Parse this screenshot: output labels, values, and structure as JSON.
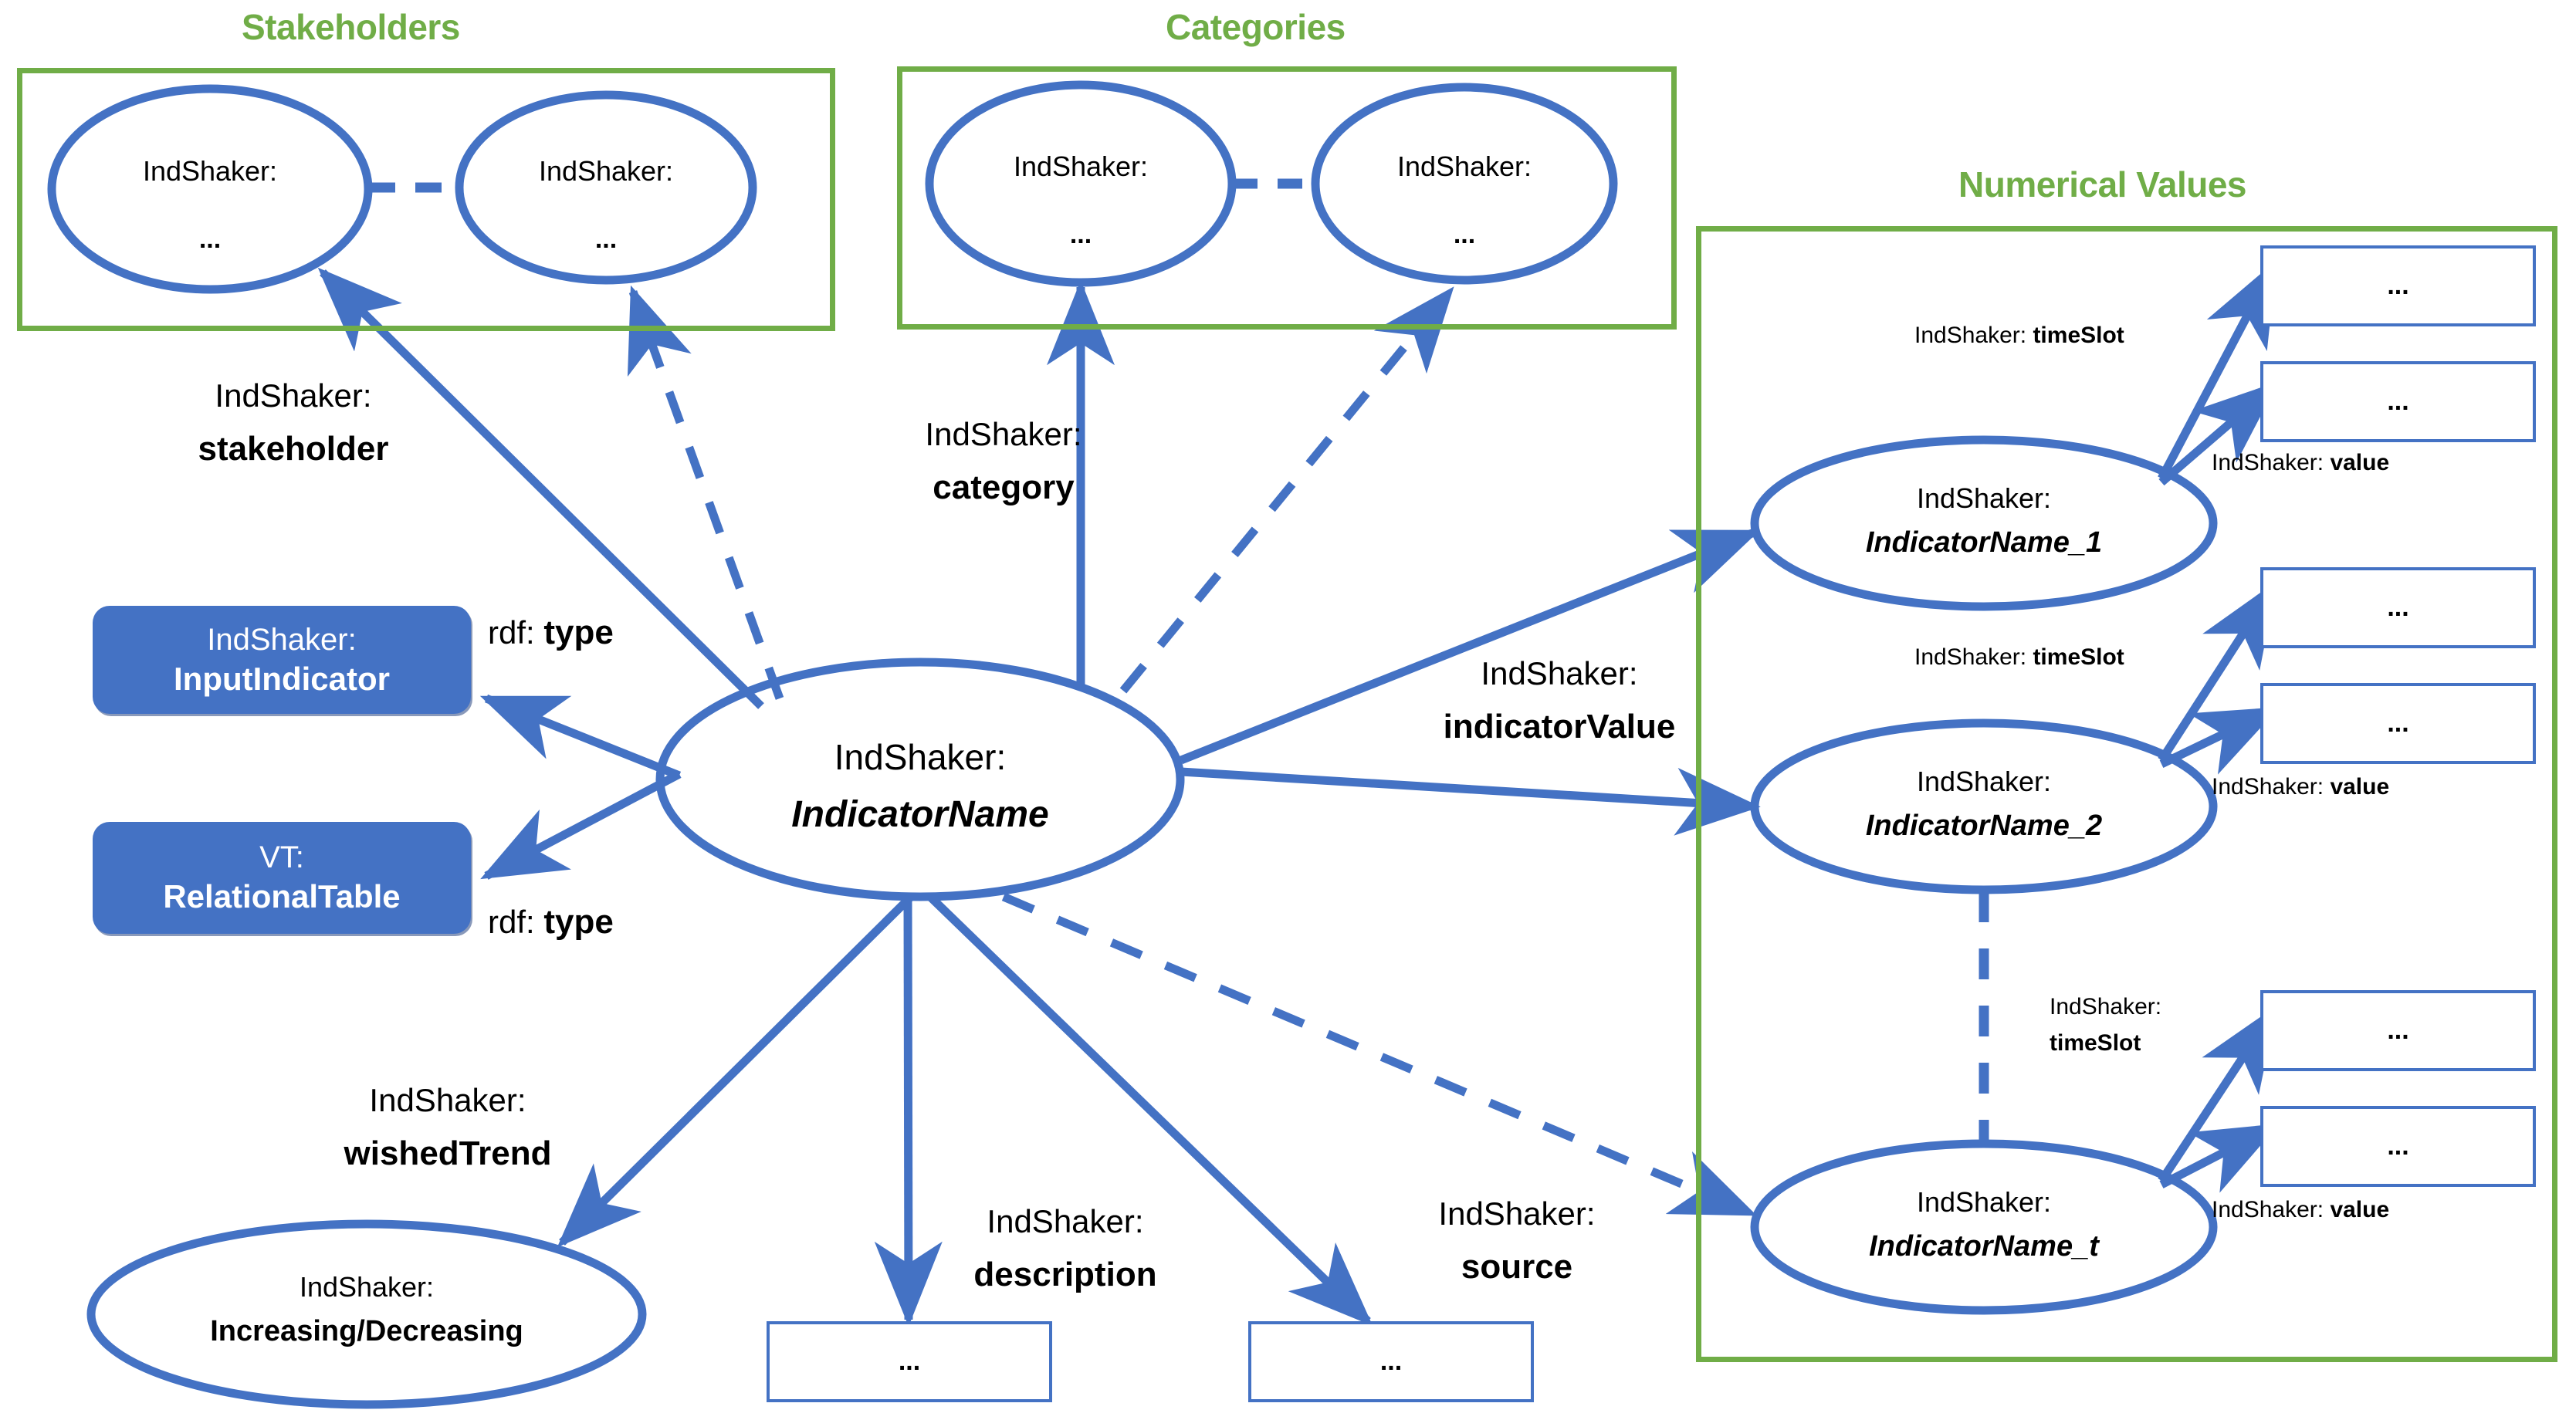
{
  "palette": {
    "green": "#70AD47",
    "blue": "#4472C4",
    "black": "#000000",
    "white": "#FFFFFF"
  },
  "groups": [
    {
      "key": "stakeholders",
      "title": "Stakeholders"
    },
    {
      "key": "categories",
      "title": "Categories"
    },
    {
      "key": "numerical",
      "title": "Numerical Values"
    }
  ],
  "nodes": {
    "center": {
      "line1": "IndShaker:",
      "line2": "IndicatorName"
    },
    "stakeholder_a": {
      "line1": "IndShaker:",
      "line2": "..."
    },
    "stakeholder_b": {
      "line1": "IndShaker:",
      "line2": "..."
    },
    "category_a": {
      "line1": "IndShaker:",
      "line2": "..."
    },
    "category_b": {
      "line1": "IndShaker:",
      "line2": "..."
    },
    "trend": {
      "line1": "IndShaker:",
      "line2": "Increasing/Decreasing"
    },
    "indicator_1": {
      "line1": "IndShaker:",
      "line2": "IndicatorName_1"
    },
    "indicator_2": {
      "line1": "IndShaker:",
      "line2": "IndicatorName_2"
    },
    "indicator_t": {
      "line1": "IndShaker:",
      "line2": "IndicatorName_t"
    }
  },
  "type_boxes": [
    {
      "key": "input_indicator",
      "line1": "IndShaker:",
      "line2": "InputIndicator"
    },
    {
      "key": "relational_table",
      "line1": "VT:",
      "line2": "RelationalTable"
    }
  ],
  "literal_boxes": [
    {
      "key": "description_value",
      "text": "..."
    },
    {
      "key": "source_value",
      "text": "..."
    },
    {
      "key": "timeslot_value_1",
      "text": "..."
    },
    {
      "key": "value_value_1",
      "text": "..."
    },
    {
      "key": "timeslot_value_2",
      "text": "..."
    },
    {
      "key": "value_value_2",
      "text": "..."
    },
    {
      "key": "timeslot_value_t",
      "text": "..."
    },
    {
      "key": "value_value_t",
      "text": "..."
    }
  ],
  "edge_labels": {
    "stakeholder": {
      "prefix": "IndShaker:",
      "name": "stakeholder",
      "layout": "two-line"
    },
    "category": {
      "prefix": "IndShaker:",
      "name": "category",
      "layout": "two-line"
    },
    "indicator_value": {
      "prefix": "IndShaker:",
      "name": "indicatorValue",
      "layout": "two-line"
    },
    "wished_trend": {
      "prefix": "IndShaker:",
      "name": "wishedTrend",
      "layout": "two-line"
    },
    "description": {
      "prefix": "IndShaker:",
      "name": "description",
      "layout": "two-line"
    },
    "source": {
      "prefix": "IndShaker:",
      "name": "source",
      "layout": "two-line"
    },
    "rdf_type_1": {
      "prefix": "rdf:",
      "name": "type",
      "layout": "one-line"
    },
    "rdf_type_2": {
      "prefix": "rdf:",
      "name": "type",
      "layout": "one-line"
    },
    "timeslot_1": {
      "prefix": "IndShaker:",
      "name": "timeSlot",
      "layout": "one-line"
    },
    "value_1": {
      "prefix": "IndShaker:",
      "name": "value",
      "layout": "one-line"
    },
    "timeslot_2": {
      "prefix": "IndShaker:",
      "name": "timeSlot",
      "layout": "one-line"
    },
    "value_2": {
      "prefix": "IndShaker:",
      "name": "value",
      "layout": "one-line"
    },
    "timeslot_t": {
      "prefix": "IndShaker:",
      "name": "timeSlot",
      "layout": "two-line"
    },
    "value_t": {
      "prefix": "IndShaker:",
      "name": "value",
      "layout": "one-line"
    }
  }
}
